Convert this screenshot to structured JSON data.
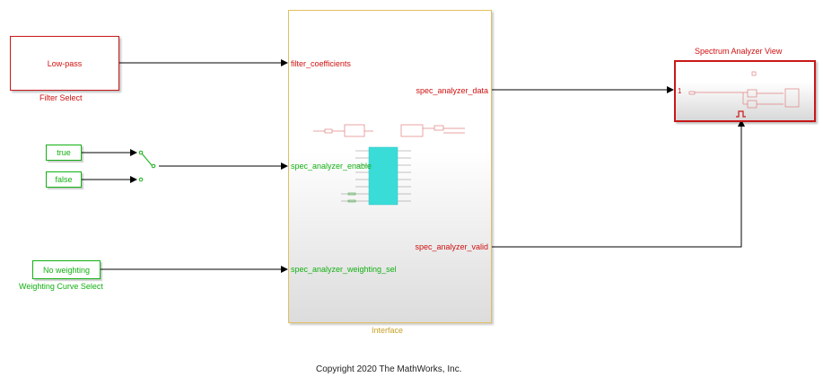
{
  "blocks": {
    "filter_select": {
      "label": "Low-pass",
      "caption": "Filter Select"
    },
    "true_const": {
      "label": "true"
    },
    "false_const": {
      "label": "false"
    },
    "weighting_select": {
      "label": "No weighting",
      "caption": "Weighting Curve Select"
    },
    "interface": {
      "caption": "Interface",
      "ports_in": [
        "filter_coefficients",
        "spec_analyzer_enable",
        "spec_analyzer_weighting_sel"
      ],
      "ports_out": [
        "spec_analyzer_data",
        "spec_analyzer_valid"
      ]
    },
    "spectrum": {
      "caption": "Spectrum Analyzer View",
      "port_in": "1"
    }
  },
  "footer": {
    "copyright": "Copyright 2020 The MathWorks, Inc."
  },
  "colors": {
    "red": "#d01010",
    "green": "#12b012",
    "gold": "#c8a028",
    "cyan": "#3adcd8"
  }
}
